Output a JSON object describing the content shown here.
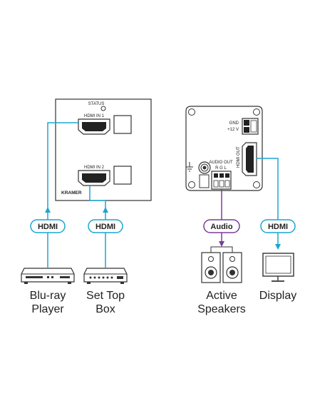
{
  "wall_plate": {
    "status_label": "STATUS",
    "input1_label": "HDMI IN 1",
    "input2_label": "HDMI IN 2",
    "brand": "KRAMER"
  },
  "receiver": {
    "gnd_label": "GND",
    "power_label": "+12 V",
    "audio_out_label": "AUDIO OUT",
    "audio_pins_label": "R  G  L",
    "hdmi_out_label": "HDMI OUT"
  },
  "connections": {
    "hdmi_1": "HDMI",
    "hdmi_2": "HDMI",
    "audio": "Audio",
    "hdmi_out": "HDMI"
  },
  "devices": {
    "bluray_line1": "Blu-ray",
    "bluray_line2": "Player",
    "settop_line1": "Set Top",
    "settop_line2": "Box",
    "speakers_line1": "Active",
    "speakers_line2": "Speakers",
    "display": "Display"
  },
  "colors": {
    "hdmi_cable": "#1aa6d0",
    "audio_cable": "#7a3d9a",
    "badge_border_hdmi": "#1aa6d0",
    "badge_border_audio": "#7a3d9a",
    "panel_fill": "#ffffff",
    "panel_stroke": "#333333"
  }
}
